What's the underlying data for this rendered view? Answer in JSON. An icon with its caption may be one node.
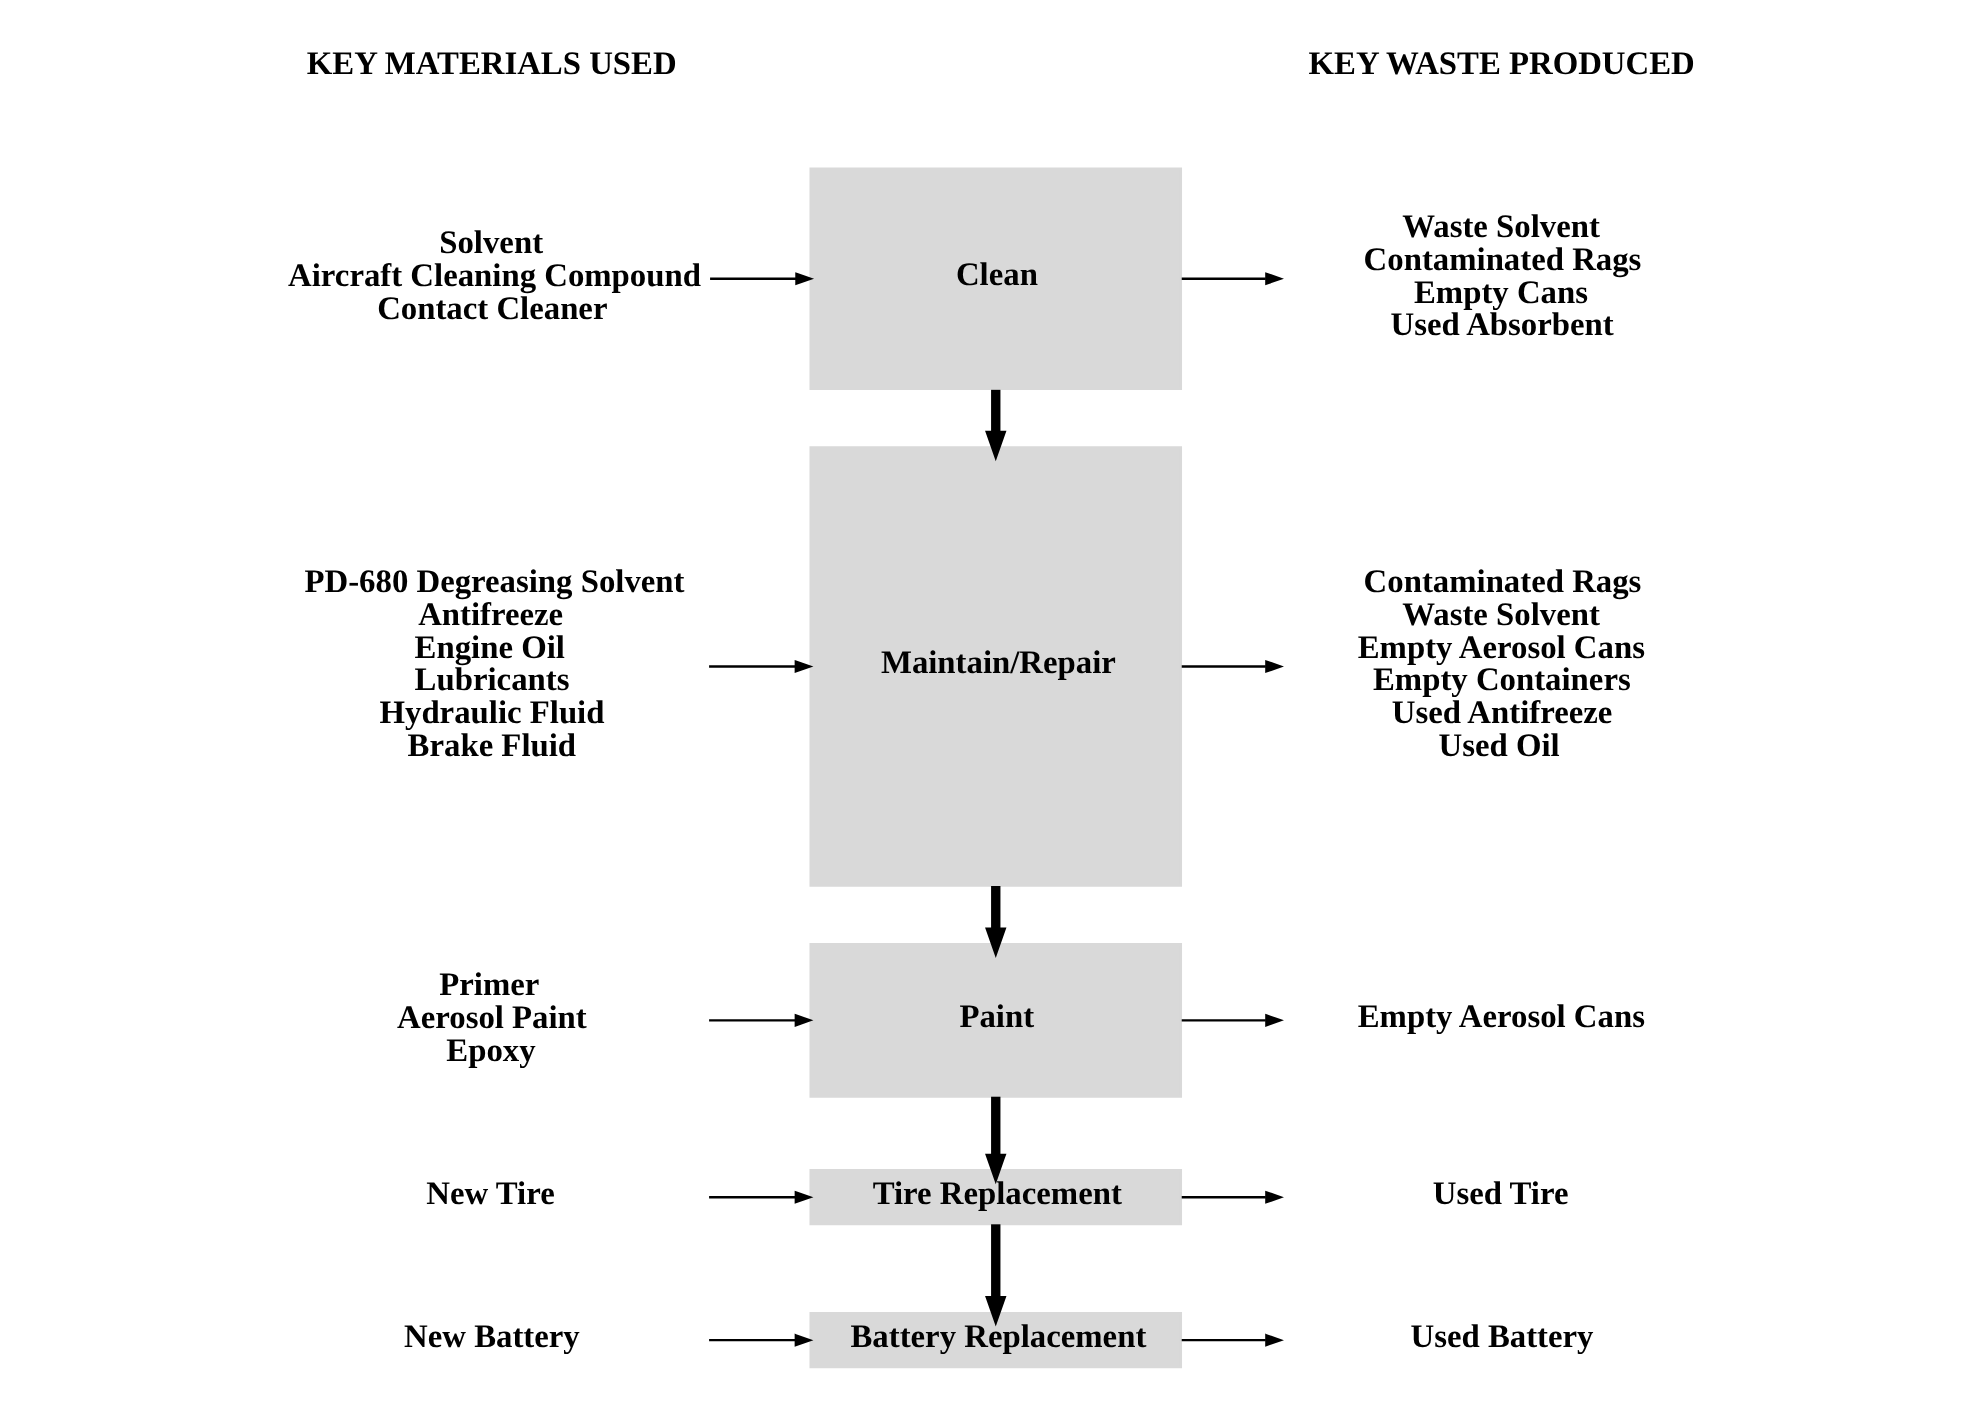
{
  "diagram": {
    "nodes": [
      {
        "text": [
          "Solvent",
          "Aircraft Cleaning Compound",
          "Contact Cleaner"
        ]
      },
      {
        "text": [
          "Clean"
        ]
      },
      {
        "text": [
          "Waste Solvent",
          "Contaminated Rags",
          "Empty Cans",
          "Used Absorbent"
        ]
      },
      {
        "text": [
          "PD-680 Degreasing Solvent",
          "Antifreeze",
          "Engine Oil",
          "Lubricants",
          "Hydraulic Fluid",
          "Brake Fluid"
        ]
      },
      {
        "text": [
          "Maintain/Repair"
        ]
      },
      {
        "text": [
          "Contaminated Rags",
          "Waste Solvent",
          "Empty Aerosol Cans",
          "Empty Containers",
          "Used Antifreeze",
          "Used Oil"
        ]
      },
      {
        "text": [
          "Primer",
          "Aerosol Paint",
          "Epoxy"
        ]
      },
      {
        "text": [
          "Paint"
        ]
      },
      {
        "text": [
          "Empty Aerosol Cans"
        ]
      },
      {
        "text": [
          "New Tire"
        ]
      },
      {
        "text": [
          "Tire Replacement"
        ]
      },
      {
        "text": [
          "Used Tire"
        ]
      },
      {
        "text": [
          "New Battery"
        ]
      },
      {
        "text": [
          "Battery Replacement"
        ]
      },
      {
        "text": [
          "Used Battery"
        ]
      }
    ],
    "edges": [
      {
        "from": 0,
        "to": 1,
        "arrow": "to"
      },
      {
        "from": 1,
        "to": 2,
        "arrow": "to"
      },
      {
        "from": 1,
        "to": 4,
        "arrow": "to",
        "style": "thick"
      },
      {
        "from": 3,
        "to": 4,
        "arrow": "to"
      },
      {
        "from": 4,
        "to": 5,
        "arrow": "to"
      },
      {
        "from": 4,
        "to": 7,
        "arrow": "to",
        "style": "thick"
      },
      {
        "from": 6,
        "to": 7,
        "arrow": "to"
      },
      {
        "from": 7,
        "to": 8,
        "arrow": "to"
      },
      {
        "from": 7,
        "to": 10,
        "arrow": "to",
        "style": "thick"
      },
      {
        "from": 9,
        "to": 10,
        "arrow": "to"
      },
      {
        "from": 10,
        "to": 11,
        "arrow": "to"
      },
      {
        "from": 10,
        "to": 13,
        "arrow": "to",
        "style": "thick"
      },
      {
        "from": 12,
        "to": 13,
        "arrow": "to"
      },
      {
        "from": 13,
        "to": 14,
        "arrow": "to"
      }
    ],
    "labels": [
      "KEY MATERIALS USED",
      "KEY WASTE PRODUCED"
    ]
  }
}
